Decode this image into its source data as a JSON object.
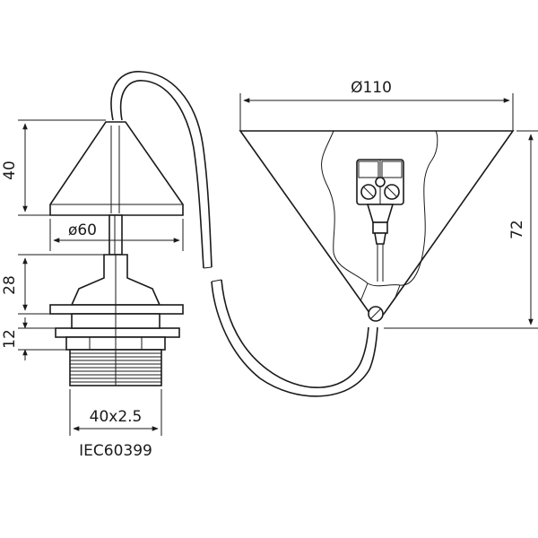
{
  "dimensions": {
    "cone_diameter": "Ø110",
    "cone_height": "72",
    "canopy_height": "40",
    "canopy_diameter": "ø60",
    "holder_height": "28",
    "collar_height": "12",
    "thread": "40x2.5",
    "standard": "IEC60399"
  }
}
